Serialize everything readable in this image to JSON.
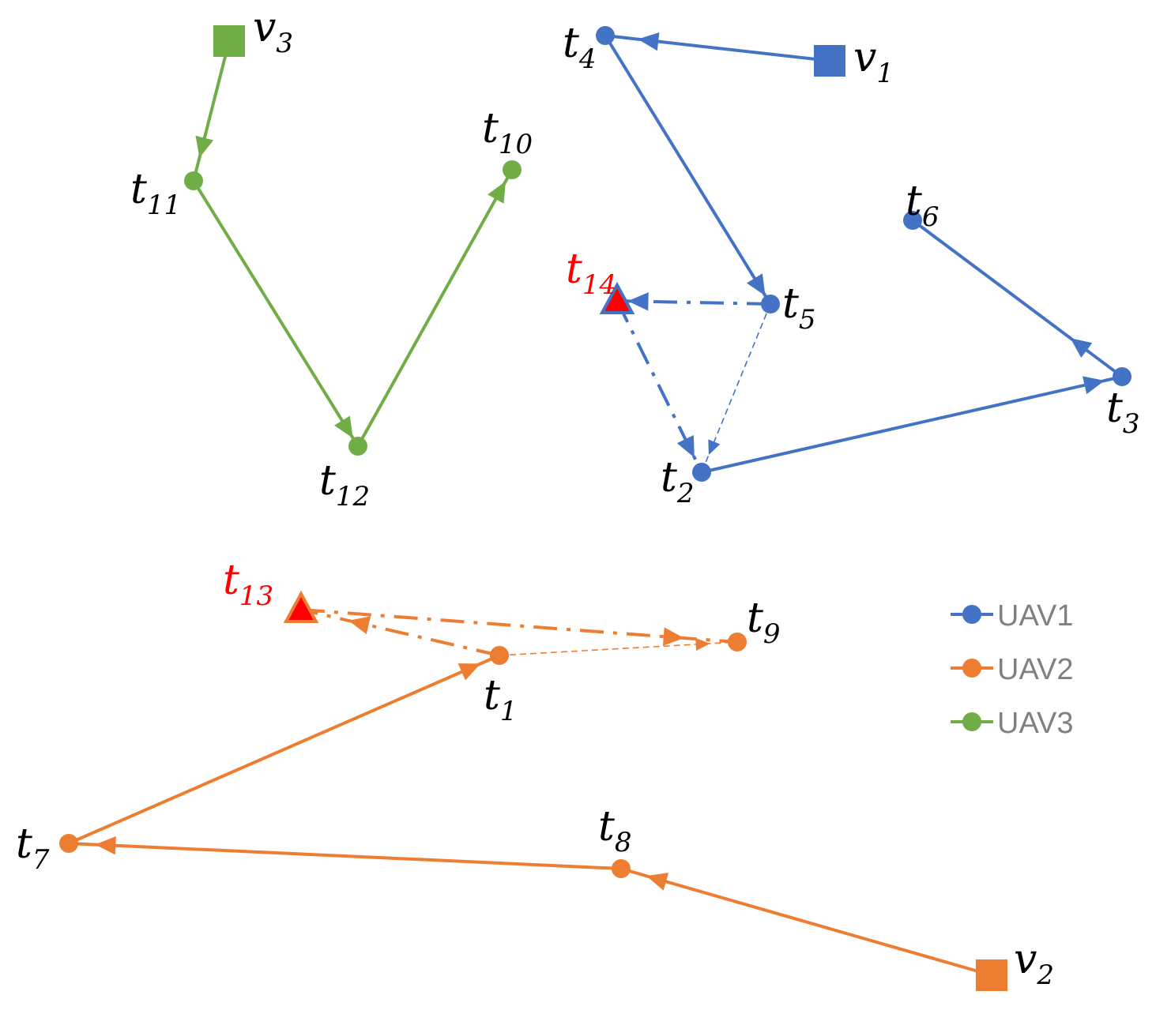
{
  "colors": {
    "uav1": "#4472c4",
    "uav2": "#ed7d31",
    "uav3": "#70ad47",
    "new_task": "#ff0000",
    "label": "#000000"
  },
  "legend": [
    {
      "id": "uav1",
      "label": "UAV1"
    },
    {
      "id": "uav2",
      "label": "UAV2"
    },
    {
      "id": "uav3",
      "label": "UAV3"
    }
  ],
  "nodes": [
    {
      "id": "v1",
      "base": "v",
      "sub": "1",
      "kind": "depot",
      "group": "uav1"
    },
    {
      "id": "v2",
      "base": "v",
      "sub": "2",
      "kind": "depot",
      "group": "uav2"
    },
    {
      "id": "v3",
      "base": "v",
      "sub": "3",
      "kind": "depot",
      "group": "uav3"
    },
    {
      "id": "t1",
      "base": "t",
      "sub": "1",
      "kind": "task",
      "group": "uav2"
    },
    {
      "id": "t2",
      "base": "t",
      "sub": "2",
      "kind": "task",
      "group": "uav1"
    },
    {
      "id": "t3",
      "base": "t",
      "sub": "3",
      "kind": "task",
      "group": "uav1"
    },
    {
      "id": "t4",
      "base": "t",
      "sub": "4",
      "kind": "task",
      "group": "uav1"
    },
    {
      "id": "t5",
      "base": "t",
      "sub": "5",
      "kind": "task",
      "group": "uav1"
    },
    {
      "id": "t6",
      "base": "t",
      "sub": "6",
      "kind": "task",
      "group": "uav1"
    },
    {
      "id": "t7",
      "base": "t",
      "sub": "7",
      "kind": "task",
      "group": "uav2"
    },
    {
      "id": "t8",
      "base": "t",
      "sub": "8",
      "kind": "task",
      "group": "uav2"
    },
    {
      "id": "t9",
      "base": "t",
      "sub": "9",
      "kind": "task",
      "group": "uav2"
    },
    {
      "id": "t10",
      "base": "t",
      "sub": "10",
      "kind": "task",
      "group": "uav3"
    },
    {
      "id": "t11",
      "base": "t",
      "sub": "11",
      "kind": "task",
      "group": "uav3"
    },
    {
      "id": "t12",
      "base": "t",
      "sub": "12",
      "kind": "task",
      "group": "uav3"
    },
    {
      "id": "t13",
      "base": "t",
      "sub": "13",
      "kind": "new-task",
      "group": "uav2"
    },
    {
      "id": "t14",
      "base": "t",
      "sub": "14",
      "kind": "new-task",
      "group": "uav1"
    }
  ],
  "edges": [
    {
      "from": "v1",
      "to": "t4",
      "group": "uav1",
      "style": "solid"
    },
    {
      "from": "t4",
      "to": "t5",
      "group": "uav1",
      "style": "solid"
    },
    {
      "from": "t5",
      "to": "t2",
      "group": "uav1",
      "style": "thin-dashed"
    },
    {
      "from": "t5",
      "to": "t14",
      "group": "uav1",
      "style": "dash-dot"
    },
    {
      "from": "t14",
      "to": "t2",
      "group": "uav1",
      "style": "dash-dot"
    },
    {
      "from": "t2",
      "to": "t3",
      "group": "uav1",
      "style": "solid"
    },
    {
      "from": "t3",
      "to": "t6",
      "group": "uav1",
      "style": "solid"
    },
    {
      "from": "v2",
      "to": "t8",
      "group": "uav2",
      "style": "solid"
    },
    {
      "from": "t8",
      "to": "t7",
      "group": "uav2",
      "style": "solid"
    },
    {
      "from": "t7",
      "to": "t1",
      "group": "uav2",
      "style": "solid"
    },
    {
      "from": "t1",
      "to": "t9",
      "group": "uav2",
      "style": "thin-dashed"
    },
    {
      "from": "t1",
      "to": "t13",
      "group": "uav2",
      "style": "dash-dot"
    },
    {
      "from": "t13",
      "to": "t9",
      "group": "uav2",
      "style": "dash-dot"
    },
    {
      "from": "v3",
      "to": "t11",
      "group": "uav3",
      "style": "solid"
    },
    {
      "from": "t11",
      "to": "t12",
      "group": "uav3",
      "style": "solid"
    },
    {
      "from": "t12",
      "to": "t10",
      "group": "uav3",
      "style": "solid"
    }
  ]
}
